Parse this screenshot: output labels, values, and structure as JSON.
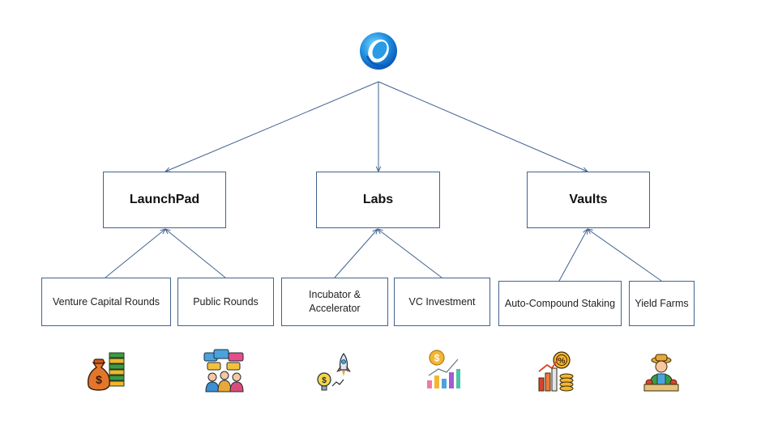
{
  "diagram": {
    "root": {
      "icon": "swirl-logo-icon"
    },
    "categories": [
      {
        "label": "LaunchPad"
      },
      {
        "label": "Labs"
      },
      {
        "label": "Vaults"
      }
    ],
    "items": [
      {
        "label": "Venture Capital Rounds",
        "icon": "money-bag-coins-icon"
      },
      {
        "label": "Public Rounds",
        "icon": "crowd-chat-icon"
      },
      {
        "label": "Incubator & Accelerator",
        "icon": "rocket-idea-icon"
      },
      {
        "label": "VC Investment",
        "icon": "growth-chart-coin-icon"
      },
      {
        "label": "Auto-Compound Staking",
        "icon": "compound-interest-icon"
      },
      {
        "label": "Yield Farms",
        "icon": "farmer-icon"
      }
    ],
    "colors": {
      "line": "#41628f",
      "box_border": "#41628f"
    }
  }
}
